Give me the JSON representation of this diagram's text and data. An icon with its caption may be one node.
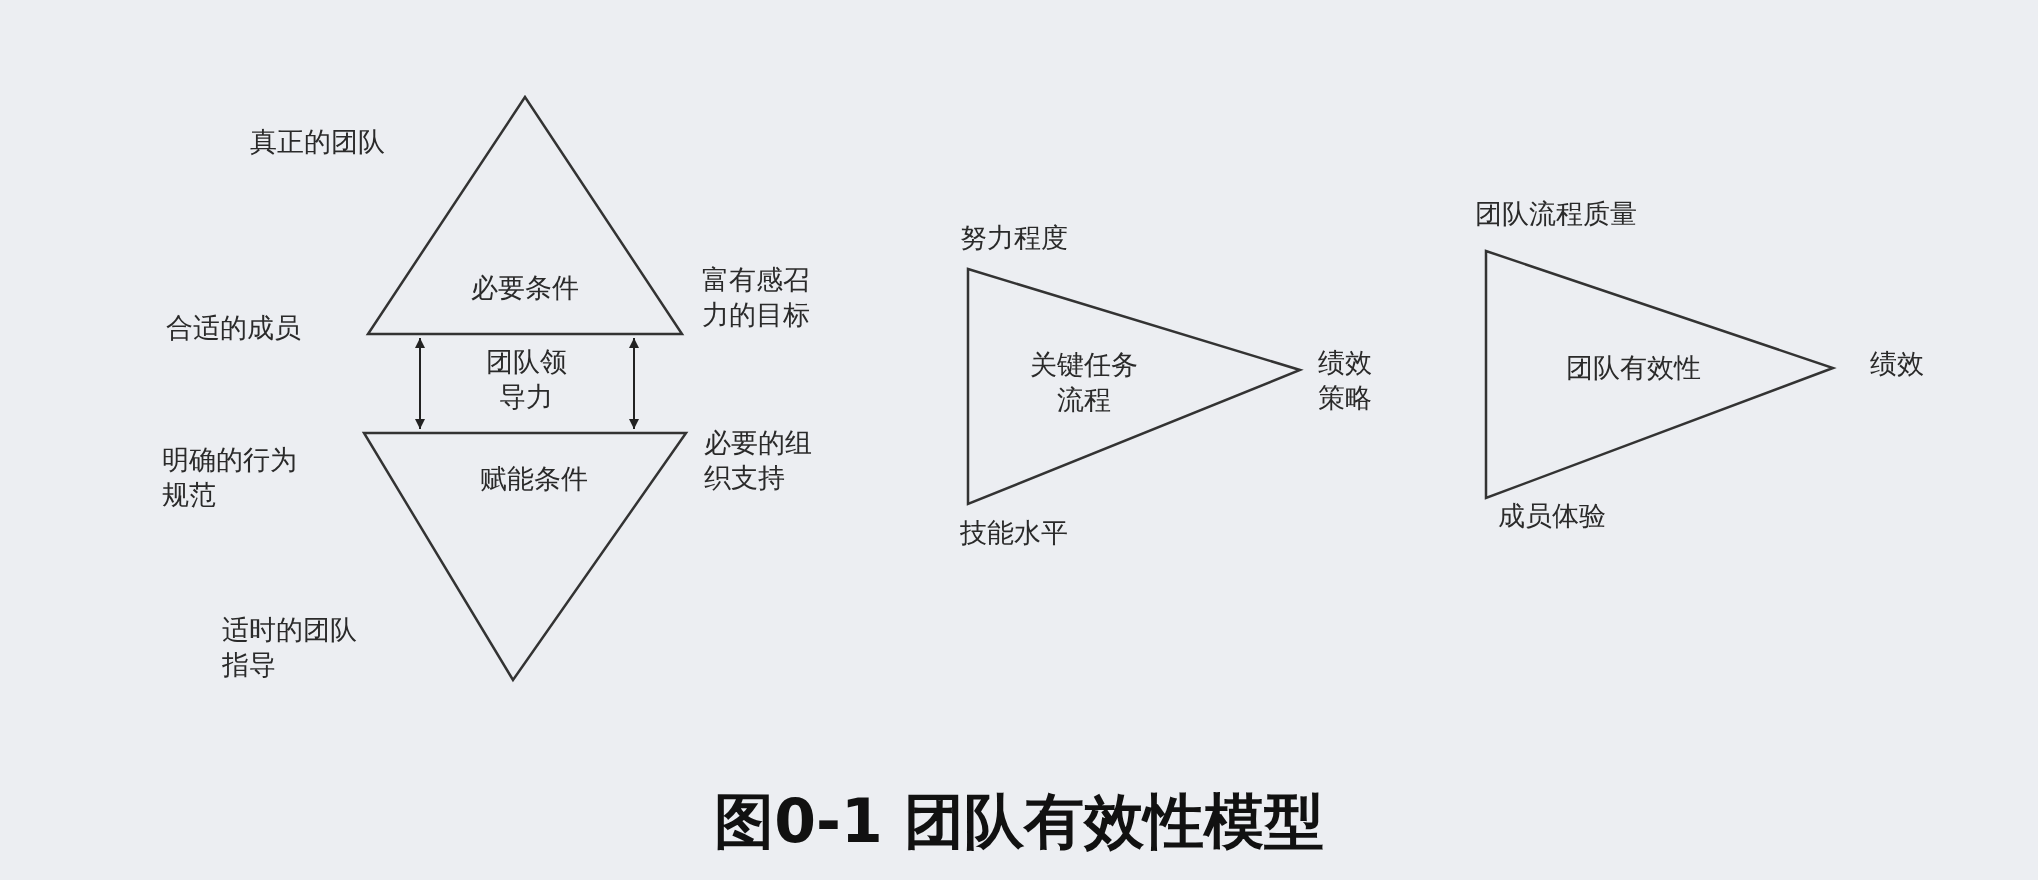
{
  "diagram": {
    "caption": "图0-1 团队有效性模型",
    "nodes": [
      {
        "text": [
          "必要条件"
        ],
        "beside": [
          "真正的团队",
          "合适的成员",
          "富有感召力的目标"
        ]
      },
      {
        "text": [
          "赋能条件"
        ],
        "beside": [
          "明确的行为规范",
          "必要的组织支持",
          "适时的团队指导"
        ]
      },
      {
        "text": [
          "关键任务流程"
        ],
        "beside": [
          "努力程度",
          "技能水平",
          "绩效策略"
        ]
      },
      {
        "text": [
          "团队有效性"
        ],
        "beside": [
          "团队流程质量",
          "成员体验",
          "绩效"
        ]
      }
    ],
    "edges": [
      {
        "from": 0,
        "to": 1,
        "arrow": "both"
      },
      {
        "from": 0,
        "to": 1,
        "arrow": "both"
      }
    ],
    "labels": [
      "团队领导力"
    ]
  }
}
